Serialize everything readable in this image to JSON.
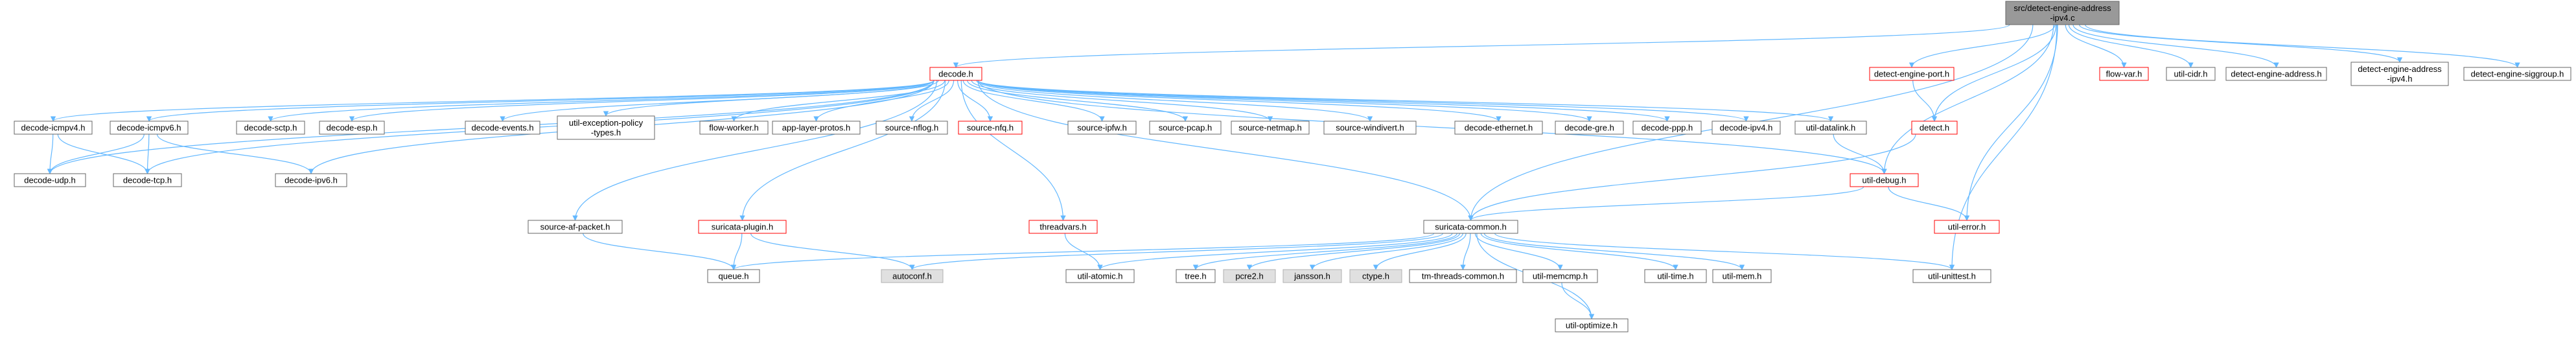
{
  "style": {
    "edge_color": "#63b8ff",
    "node_border": "#666666",
    "missing_border": "#ff0000",
    "root_fill": "#999999",
    "root_border": "#666666",
    "system_fill": "#e0e0e0",
    "node_fill": "#ffffff"
  },
  "nodes": [
    {
      "id": "root",
      "lines": [
        "src/detect-engine-address",
        "-ipv4.c"
      ],
      "kind": "root"
    },
    {
      "id": "decode_h",
      "lines": [
        "decode.h"
      ],
      "kind": "missing"
    },
    {
      "id": "detect_engine_port",
      "lines": [
        "detect-engine-port.h"
      ],
      "kind": "missing"
    },
    {
      "id": "flow_var",
      "lines": [
        "flow-var.h"
      ],
      "kind": "missing"
    },
    {
      "id": "util_cidr",
      "lines": [
        "util-cidr.h"
      ],
      "kind": "normal"
    },
    {
      "id": "detect_engine_address",
      "lines": [
        "detect-engine-address.h"
      ],
      "kind": "normal"
    },
    {
      "id": "detect_engine_address_ipv4_h",
      "lines": [
        "detect-engine-address",
        "-ipv4.h"
      ],
      "kind": "normal"
    },
    {
      "id": "detect_engine_siggroup",
      "lines": [
        "detect-engine-siggroup.h"
      ],
      "kind": "normal"
    },
    {
      "id": "decode_icmpv4",
      "lines": [
        "decode-icmpv4.h"
      ],
      "kind": "normal"
    },
    {
      "id": "decode_icmpv6",
      "lines": [
        "decode-icmpv6.h"
      ],
      "kind": "normal"
    },
    {
      "id": "decode_sctp",
      "lines": [
        "decode-sctp.h"
      ],
      "kind": "normal"
    },
    {
      "id": "decode_esp",
      "lines": [
        "decode-esp.h"
      ],
      "kind": "normal"
    },
    {
      "id": "decode_events",
      "lines": [
        "decode-events.h"
      ],
      "kind": "normal"
    },
    {
      "id": "util_exception_policy",
      "lines": [
        "util-exception-policy",
        "-types.h"
      ],
      "kind": "normal"
    },
    {
      "id": "flow_worker",
      "lines": [
        "flow-worker.h"
      ],
      "kind": "normal"
    },
    {
      "id": "app_layer_protos",
      "lines": [
        "app-layer-protos.h"
      ],
      "kind": "normal"
    },
    {
      "id": "source_nflog",
      "lines": [
        "source-nflog.h"
      ],
      "kind": "normal"
    },
    {
      "id": "source_nfq",
      "lines": [
        "source-nfq.h"
      ],
      "kind": "missing"
    },
    {
      "id": "source_ipfw",
      "lines": [
        "source-ipfw.h"
      ],
      "kind": "normal"
    },
    {
      "id": "source_pcap",
      "lines": [
        "source-pcap.h"
      ],
      "kind": "normal"
    },
    {
      "id": "source_netmap",
      "lines": [
        "source-netmap.h"
      ],
      "kind": "normal"
    },
    {
      "id": "source_windivert",
      "lines": [
        "source-windivert.h"
      ],
      "kind": "normal"
    },
    {
      "id": "decode_ethernet",
      "lines": [
        "decode-ethernet.h"
      ],
      "kind": "normal"
    },
    {
      "id": "decode_gre",
      "lines": [
        "decode-gre.h"
      ],
      "kind": "normal"
    },
    {
      "id": "decode_ppp",
      "lines": [
        "decode-ppp.h"
      ],
      "kind": "normal"
    },
    {
      "id": "decode_ipv4",
      "lines": [
        "decode-ipv4.h"
      ],
      "kind": "normal"
    },
    {
      "id": "util_datalink",
      "lines": [
        "util-datalink.h"
      ],
      "kind": "normal"
    },
    {
      "id": "detect_h",
      "lines": [
        "detect.h"
      ],
      "kind": "missing"
    },
    {
      "id": "decode_udp",
      "lines": [
        "decode-udp.h"
      ],
      "kind": "normal"
    },
    {
      "id": "decode_tcp",
      "lines": [
        "decode-tcp.h"
      ],
      "kind": "normal"
    },
    {
      "id": "decode_ipv6",
      "lines": [
        "decode-ipv6.h"
      ],
      "kind": "normal"
    },
    {
      "id": "threadvars",
      "lines": [
        "threadvars.h"
      ],
      "kind": "missing"
    },
    {
      "id": "util_debug",
      "lines": [
        "util-debug.h"
      ],
      "kind": "missing"
    },
    {
      "id": "source_af_packet",
      "lines": [
        "source-af-packet.h"
      ],
      "kind": "normal"
    },
    {
      "id": "suricata_plugin",
      "lines": [
        "suricata-plugin.h"
      ],
      "kind": "missing"
    },
    {
      "id": "suricata_common",
      "lines": [
        "suricata-common.h"
      ],
      "kind": "normal"
    },
    {
      "id": "util_error",
      "lines": [
        "util-error.h"
      ],
      "kind": "missing"
    },
    {
      "id": "queue_h",
      "lines": [
        "queue.h"
      ],
      "kind": "normal"
    },
    {
      "id": "autoconf",
      "lines": [
        "autoconf.h"
      ],
      "kind": "system"
    },
    {
      "id": "util_atomic",
      "lines": [
        "util-atomic.h"
      ],
      "kind": "normal"
    },
    {
      "id": "tree_h",
      "lines": [
        "tree.h"
      ],
      "kind": "normal"
    },
    {
      "id": "pcre2",
      "lines": [
        "pcre2.h"
      ],
      "kind": "system"
    },
    {
      "id": "jansson",
      "lines": [
        "jansson.h"
      ],
      "kind": "system"
    },
    {
      "id": "ctype",
      "lines": [
        "ctype.h"
      ],
      "kind": "system"
    },
    {
      "id": "tm_threads_common",
      "lines": [
        "tm-threads-common.h"
      ],
      "kind": "normal"
    },
    {
      "id": "util_memcmp",
      "lines": [
        "util-memcmp.h"
      ],
      "kind": "normal"
    },
    {
      "id": "util_time",
      "lines": [
        "util-time.h"
      ],
      "kind": "normal"
    },
    {
      "id": "util_mem",
      "lines": [
        "util-mem.h"
      ],
      "kind": "normal"
    },
    {
      "id": "util_unittest",
      "lines": [
        "util-unittest.h"
      ],
      "kind": "normal"
    },
    {
      "id": "util_optimize",
      "lines": [
        "util-optimize.h"
      ],
      "kind": "normal"
    }
  ],
  "edges": [
    [
      "root",
      "decode_h"
    ],
    [
      "root",
      "detect_engine_port"
    ],
    [
      "root",
      "flow_var"
    ],
    [
      "root",
      "util_cidr"
    ],
    [
      "root",
      "detect_engine_address"
    ],
    [
      "root",
      "detect_engine_address_ipv4_h"
    ],
    [
      "root",
      "detect_engine_siggroup"
    ],
    [
      "root",
      "detect_h"
    ],
    [
      "root",
      "util_debug"
    ],
    [
      "root",
      "util_error"
    ],
    [
      "root",
      "util_unittest"
    ],
    [
      "root",
      "suricata_common"
    ],
    [
      "detect_engine_port",
      "detect_h"
    ],
    [
      "detect_h",
      "suricata_common"
    ],
    [
      "decode_h",
      "decode_icmpv4"
    ],
    [
      "decode_h",
      "decode_icmpv6"
    ],
    [
      "decode_h",
      "decode_sctp"
    ],
    [
      "decode_h",
      "decode_esp"
    ],
    [
      "decode_h",
      "decode_events"
    ],
    [
      "decode_h",
      "util_exception_policy"
    ],
    [
      "decode_h",
      "flow_worker"
    ],
    [
      "decode_h",
      "app_layer_protos"
    ],
    [
      "decode_h",
      "source_nflog"
    ],
    [
      "decode_h",
      "source_nfq"
    ],
    [
      "decode_h",
      "source_ipfw"
    ],
    [
      "decode_h",
      "source_pcap"
    ],
    [
      "decode_h",
      "source_netmap"
    ],
    [
      "decode_h",
      "source_windivert"
    ],
    [
      "decode_h",
      "decode_ethernet"
    ],
    [
      "decode_h",
      "decode_gre"
    ],
    [
      "decode_h",
      "decode_ppp"
    ],
    [
      "decode_h",
      "decode_ipv4"
    ],
    [
      "decode_h",
      "util_datalink"
    ],
    [
      "decode_h",
      "decode_udp"
    ],
    [
      "decode_h",
      "decode_tcp"
    ],
    [
      "decode_h",
      "decode_ipv6"
    ],
    [
      "decode_h",
      "threadvars"
    ],
    [
      "decode_h",
      "util_debug"
    ],
    [
      "decode_h",
      "source_af_packet"
    ],
    [
      "decode_h",
      "suricata_plugin"
    ],
    [
      "decode_h",
      "suricata_common"
    ],
    [
      "decode_icmpv4",
      "decode_udp"
    ],
    [
      "decode_icmpv4",
      "decode_tcp"
    ],
    [
      "decode_icmpv6",
      "decode_udp"
    ],
    [
      "decode_icmpv6",
      "decode_tcp"
    ],
    [
      "decode_icmpv6",
      "decode_ipv6"
    ],
    [
      "util_datalink",
      "util_debug"
    ],
    [
      "util_debug",
      "suricata_common"
    ],
    [
      "util_debug",
      "util_error"
    ],
    [
      "threadvars",
      "util_atomic"
    ],
    [
      "source_af_packet",
      "queue_h"
    ],
    [
      "suricata_plugin",
      "queue_h"
    ],
    [
      "suricata_plugin",
      "autoconf"
    ],
    [
      "suricata_common",
      "queue_h"
    ],
    [
      "suricata_common",
      "autoconf"
    ],
    [
      "suricata_common",
      "util_atomic"
    ],
    [
      "suricata_common",
      "tree_h"
    ],
    [
      "suricata_common",
      "pcre2"
    ],
    [
      "suricata_common",
      "jansson"
    ],
    [
      "suricata_common",
      "ctype"
    ],
    [
      "suricata_common",
      "tm_threads_common"
    ],
    [
      "suricata_common",
      "util_memcmp"
    ],
    [
      "suricata_common",
      "util_optimize"
    ],
    [
      "suricata_common",
      "util_time"
    ],
    [
      "suricata_common",
      "util_mem"
    ],
    [
      "suricata_common",
      "util_unittest"
    ],
    [
      "util_memcmp",
      "util_optimize"
    ]
  ]
}
